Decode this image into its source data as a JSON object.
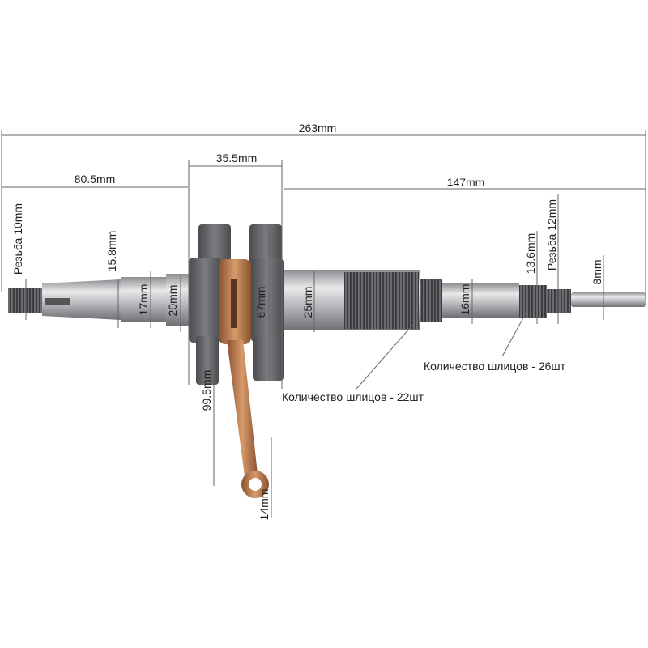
{
  "dimensions": {
    "overall_length": "263mm",
    "left_shaft_length": "80.5mm",
    "web_width": "35.5mm",
    "right_shaft_length": "147mm",
    "left_thread": "Резьба 10mm",
    "left_taper": "15.8mm",
    "left_journal_17": "17mm",
    "left_journal_20": "20mm",
    "web_diameter": "67mm",
    "right_journal": "25mm",
    "right_shaft": "16mm",
    "spline_26_diameter": "13.6mm",
    "right_thread": "Резьба 12mm",
    "pin_diameter": "8mm",
    "conrod_length": "99.5mm",
    "small_end": "14mm"
  },
  "callouts": {
    "splines_26": "Количество шлицов - 26шт",
    "splines_22": "Количество шлицов - 22шт"
  },
  "colors": {
    "steel": "#b9bbbd",
    "web": "#5d5f62",
    "copper": "#b9774b"
  }
}
